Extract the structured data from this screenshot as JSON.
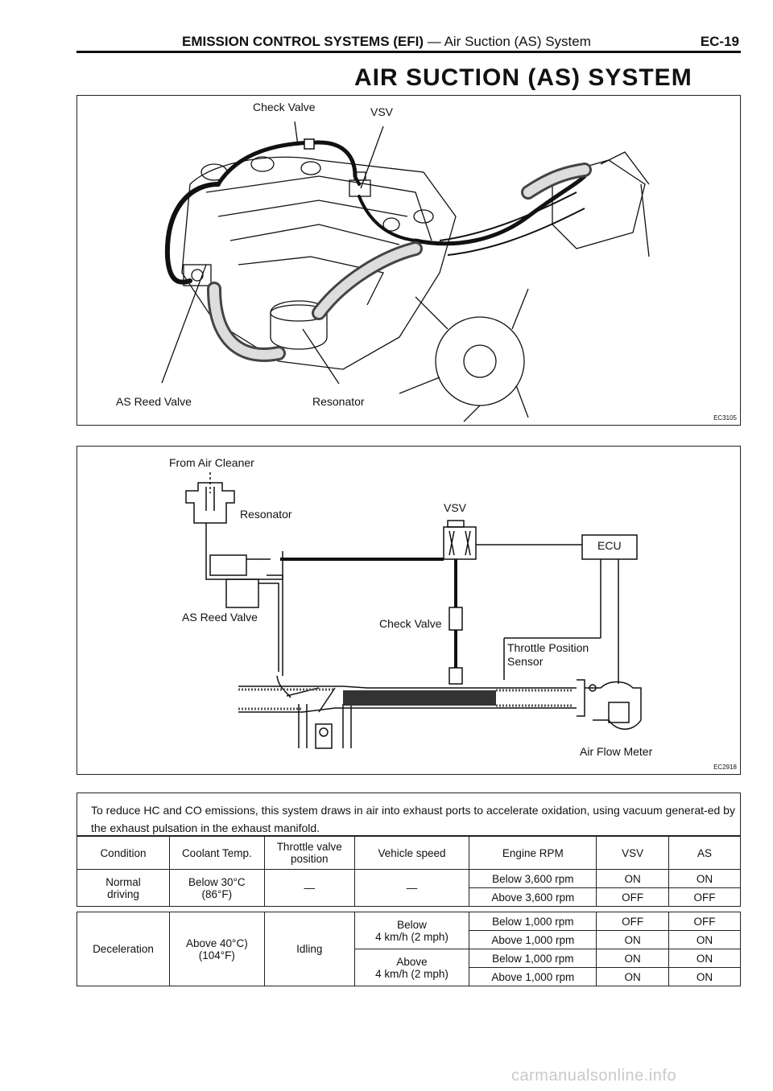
{
  "header": {
    "section": "EMISSION CONTROL SYSTEMS (EFI)",
    "subsection": "— Air Suction (AS) System",
    "page_number": "EC-19"
  },
  "title": "AIR SUCTION (AS) SYSTEM",
  "figure1": {
    "labels": {
      "check_valve": "Check Valve",
      "vsv": "VSV",
      "as_reed_valve": "AS Reed Valve",
      "resonator": "Resonator"
    },
    "code": "EC3105"
  },
  "figure2": {
    "labels": {
      "from_air_cleaner": "From Air Cleaner",
      "resonator": "Resonator",
      "vsv": "VSV",
      "ecu": "ECU",
      "as_reed_valve": "AS Reed Valve",
      "check_valve": "Check Valve",
      "throttle_position_sensor_1": "Throttle Position",
      "throttle_position_sensor_2": "Sensor",
      "air_flow_meter": "Air Flow Meter"
    },
    "code": "EC2918"
  },
  "description": "To reduce HC and CO emissions, this system draws in air into exhaust ports to accelerate oxidation, using vacuum generat-ed by the exhaust pulsation in the exhaust manifold.",
  "table": {
    "headers": {
      "condition": "Condition",
      "coolant": "Coolant Temp.",
      "throttle_1": "Throttle valve",
      "throttle_2": "position",
      "speed": "Vehicle speed",
      "rpm": "Engine RPM",
      "vsv": "VSV",
      "as": "AS"
    },
    "normal": {
      "condition_1": "Normal",
      "condition_2": "driving",
      "coolant_1": "Below 30°C",
      "coolant_2": "(86°F)",
      "throttle": "—",
      "speed": "—",
      "rows": [
        {
          "rpm": "Below 3,600 rpm",
          "vsv": "ON",
          "as": "ON"
        },
        {
          "rpm": "Above 3,600 rpm",
          "vsv": "OFF",
          "as": "OFF"
        }
      ]
    },
    "decel": {
      "condition": "Deceleration",
      "coolant_1": "Above 40°C)",
      "coolant_2": "(104°F)",
      "throttle": "Idling",
      "speed_below_1": "Below",
      "speed_below_2": "4 km/h (2 mph)",
      "speed_above_1": "Above",
      "speed_above_2": "4 km/h (2 mph)",
      "rows": [
        {
          "rpm": "Below 1,000 rpm",
          "vsv": "OFF",
          "as": "OFF"
        },
        {
          "rpm": "Above 1,000 rpm",
          "vsv": "ON",
          "as": "ON"
        },
        {
          "rpm": "Below 1,000 rpm",
          "vsv": "ON",
          "as": "ON"
        },
        {
          "rpm": "Above 1,000 rpm",
          "vsv": "ON",
          "as": "ON"
        }
      ]
    }
  },
  "watermark": "carmanualsonline.info"
}
